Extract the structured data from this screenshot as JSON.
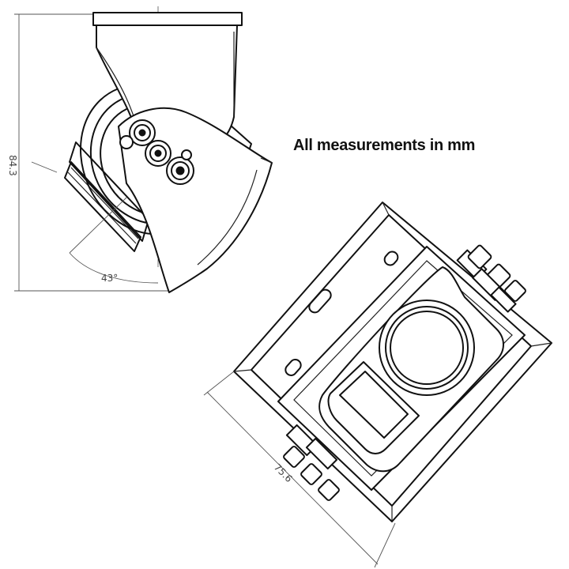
{
  "note": "All measurements in mm",
  "dimensions": {
    "height": "84.3",
    "tilt_angle": "43°",
    "width": "75.6"
  },
  "colors": {
    "line": "#111111",
    "dimension": "#555555",
    "background": "#ffffff"
  }
}
